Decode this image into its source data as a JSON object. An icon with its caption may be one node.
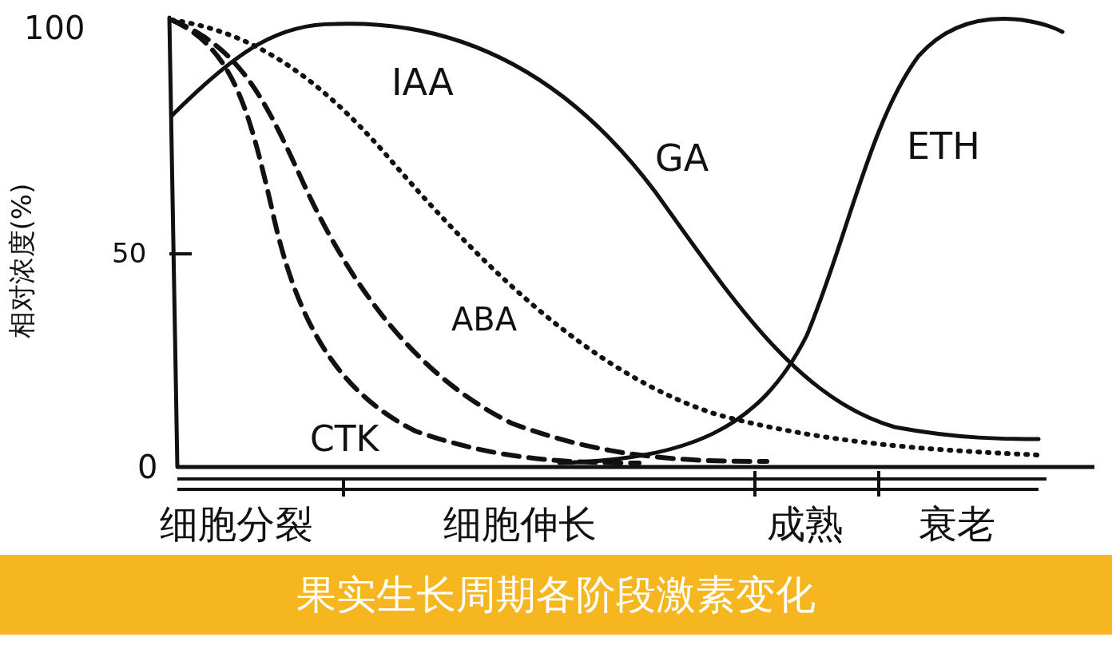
{
  "diagram": {
    "caption": "果实生长周期各阶段激素变化",
    "labels": [
      "100",
      "相对浓度(%)",
      "50",
      "IAA",
      "GA",
      "ETH",
      "ABA",
      "CTK",
      "0",
      "细胞分裂",
      "细胞伸长",
      "成熟",
      "衰老"
    ]
  }
}
